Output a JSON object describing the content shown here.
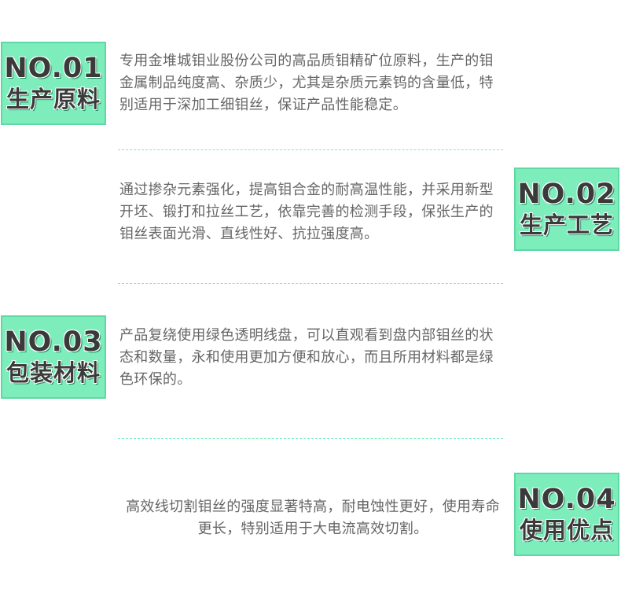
{
  "sections": [
    {
      "number": "NO.01",
      "title": "生产原料",
      "text": "专用金堆城钼业股份公司的高品质钼精矿位原料，生产的钼金属制品纯度高、杂质少，尤其是杂质元素钨的含量低，特别适用于深加工细钼丝，保证产品性能稳定。"
    },
    {
      "number": "NO.02",
      "title": "生产工艺",
      "text": "通过掺杂元素强化，提高钼合金的耐高温性能，并采用新型开坯、锻打和拉丝工艺，依靠完善的检测手段，保张生产的钼丝表面光滑、直线性好、抗拉强度高。"
    },
    {
      "number": "NO.03",
      "title": "包装材料",
      "text": "产品复绕使用绿色透明线盘，可以直观看到盘内部钼丝的状态和数量，永和使用更加方便和放心，而且所用材料都是绿色环保的。"
    },
    {
      "number": "NO.04",
      "title": "使用优点",
      "text": "高效线切割钼丝的强度显著特高，耐电蚀性更好，使用寿命更长，特别适用于大电流高效切割。"
    }
  ],
  "colors": {
    "badge": "#7dedbc",
    "divider": "#7dedbc",
    "text": "#666666"
  }
}
